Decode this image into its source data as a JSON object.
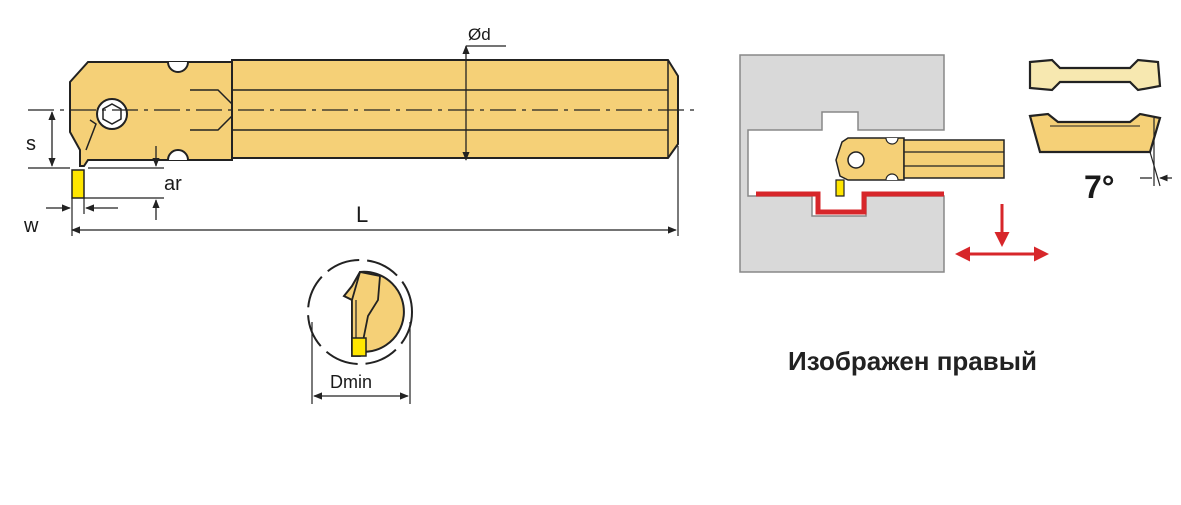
{
  "labels": {
    "diameter": "Ød",
    "length": "L",
    "height": "s",
    "width": "w",
    "radial_clearance": "ar",
    "min_bore": "Dmin",
    "angle": "7°"
  },
  "caption": "Изображен правый",
  "colors": {
    "tool_body": "#f5d077",
    "tool_outline": "#222222",
    "insert_tip": "#ffe600",
    "workpiece": "#d9d9d9",
    "cut_path": "#d7262a",
    "insert_top": "#f7e8b0"
  }
}
